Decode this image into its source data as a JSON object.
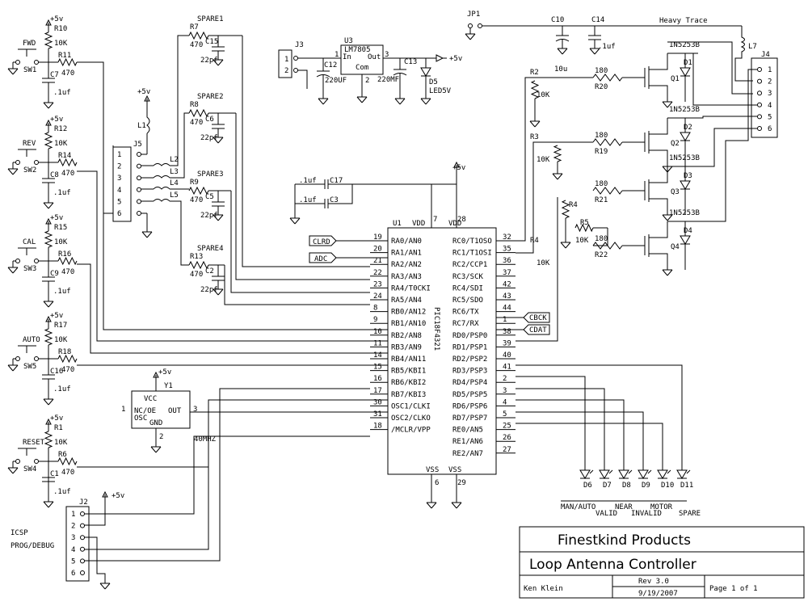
{
  "title_block": {
    "company": "Finestkind Products",
    "project": "Loop Antenna Controller",
    "author": "Ken Klein",
    "rev": "Rev 3.0",
    "date": "9/19/2007",
    "page": "Page 1 of 1"
  },
  "mcu": {
    "ref": "U1",
    "part": "PIC18F4321",
    "vdd": "VDD",
    "vss": "VSS",
    "pins_vdd": [
      "7",
      "28"
    ],
    "pins_vss": [
      "6",
      "29"
    ],
    "left": [
      {
        "num": "19",
        "name": "RA0/AN0"
      },
      {
        "num": "20",
        "name": "RA1/AN1"
      },
      {
        "num": "21",
        "name": "RA2/AN2"
      },
      {
        "num": "22",
        "name": "RA3/AN3"
      },
      {
        "num": "23",
        "name": "RA4/T0CKI"
      },
      {
        "num": "24",
        "name": "RA5/AN4"
      },
      {
        "num": "8",
        "name": "RB0/AN12"
      },
      {
        "num": "9",
        "name": "RB1/AN10"
      },
      {
        "num": "10",
        "name": "RB2/AN8"
      },
      {
        "num": "11",
        "name": "RB3/AN9"
      },
      {
        "num": "14",
        "name": "RB4/AN11"
      },
      {
        "num": "15",
        "name": "RB5/KBI1"
      },
      {
        "num": "16",
        "name": "RB6/KBI2"
      },
      {
        "num": "17",
        "name": "RB7/KBI3"
      },
      {
        "num": "30",
        "name": "OSC1/CLKI"
      },
      {
        "num": "31",
        "name": "OSC2/CLKO"
      },
      {
        "num": "18",
        "name": "/MCLR/VPP"
      }
    ],
    "right": [
      {
        "num": "32",
        "name": "RC0/T1OSO"
      },
      {
        "num": "35",
        "name": "RC1/T1OSI"
      },
      {
        "num": "36",
        "name": "RC2/CCP1"
      },
      {
        "num": "37",
        "name": "RC3/SCK"
      },
      {
        "num": "42",
        "name": "RC4/SDI"
      },
      {
        "num": "43",
        "name": "RC5/SDO"
      },
      {
        "num": "44",
        "name": "RC6/TX"
      },
      {
        "num": "1",
        "name": "RC7/RX"
      },
      {
        "num": "38",
        "name": "RD0/PSP0"
      },
      {
        "num": "39",
        "name": "RD1/PSP1"
      },
      {
        "num": "40",
        "name": "RD2/PSP2"
      },
      {
        "num": "41",
        "name": "RD3/PSP3"
      },
      {
        "num": "2",
        "name": "RD4/PSP4"
      },
      {
        "num": "3",
        "name": "RD5/PSP5"
      },
      {
        "num": "4",
        "name": "RD6/PSP6"
      },
      {
        "num": "5",
        "name": "RD7/PSP7"
      },
      {
        "num": "25",
        "name": "RE0/AN5"
      },
      {
        "num": "26",
        "name": "RE1/AN6"
      },
      {
        "num": "27",
        "name": "RE2/AN7"
      }
    ]
  },
  "net_labels": {
    "clrd": "CLRD",
    "adc": "ADC",
    "cbck": "CBCK",
    "cdat": "CDAT"
  },
  "switches": [
    {
      "sw": "SW1",
      "label": "FWD",
      "r_pull": "R10",
      "r_pull_v": "10K",
      "r_ser": "R11",
      "r_ser_v": "470",
      "cap": "C7",
      ".cap_v": ".1uf",
      "pwr": "+5v"
    },
    {
      "sw": "SW2",
      "label": "REV",
      "r_pull": "R12",
      "r_pull_v": "10K",
      "r_ser": "R14",
      "r_ser_v": "470",
      "cap": "C8",
      ".cap_v": ".1uf",
      "pwr": "+5v"
    },
    {
      "sw": "SW3",
      "label": "CAL",
      "r_pull": "R15",
      "r_pull_v": "10K",
      "r_ser": "R16",
      "r_ser_v": "470",
      "cap": "C9",
      ".cap_v": ".1uf",
      "pwr": "+5v"
    },
    {
      "sw": "SW5",
      "label": "AUTO",
      "r_pull": "R17",
      "r_pull_v": "10K",
      "r_ser": "R18",
      "r_ser_v": "470",
      "cap": "C16",
      ".cap_v": ".1uf",
      "pwr": "+5v"
    },
    {
      "sw": "SW4",
      "label": "RESET",
      "r_pull": "R1",
      "r_pull_v": "10K",
      "r_ser": "R6",
      "r_ser_v": "470",
      "cap": "C1",
      ".cap_v": ".1uf",
      "pwr": "+5v"
    }
  ],
  "j5": {
    "ref": "J5",
    "pins": [
      "1",
      "2",
      "3",
      "4",
      "5",
      "6"
    ],
    "inductors": [
      "L1",
      "L2",
      "L3",
      "L4",
      "L5"
    ],
    "pwr": "+5v"
  },
  "spares": [
    {
      "label": "SPARE1",
      "r": "R7",
      "r_v": "470",
      "c": "C15",
      "c_v": "22pf"
    },
    {
      "label": "SPARE2",
      "r": "R8",
      "r_v": "470",
      "c": "C6",
      "c_v": "22pf"
    },
    {
      "label": "SPARE3",
      "r": "R9",
      "r_v": "470",
      "c": "C5",
      "c_v": "22pf"
    },
    {
      "label": "SPARE4",
      "r": "R13",
      "r_v": "470",
      "c": "C2",
      "c_v": "22pf"
    }
  ],
  "power": {
    "j3": "J3",
    "reg": "U3",
    "reg_part": "LM7805",
    "reg_in": "In",
    "reg_out": "Out",
    "reg_com": "Com",
    "c12": "C12",
    "c12_v": "220UF",
    "c13": "C13",
    "c13_v": "220MF",
    "d5": "D5",
    "d5_v": "LED5V",
    "pwr": "+5v",
    "pin1": "1",
    "pin2": "2",
    "pin3": "3"
  },
  "top": {
    "jp1": "JP1",
    "c10": "C10",
    "c10_v": "10u",
    "c14": "C14",
    "c14_v": ".1uf",
    "heavy": "Heavy Trace",
    "l7": "L7"
  },
  "bypass": {
    "c17": "C17",
    "c17_v": ".1uf",
    "c3": "C3",
    "c3_v": ".1uf",
    "pwr": "+5v"
  },
  "osc": {
    "ref": "Y1",
    "vcc": "VCC",
    "nc": "NC/OE",
    "out": "OUT",
    "osc": "OSC",
    "gnd": "GND",
    "pin1": "1",
    "pin2": "2",
    "pin3": "3",
    "freq": "40MHZ",
    "pwr": "+5v"
  },
  "drivers": [
    {
      "q": "Q1",
      "d": "D1",
      "zener": "1N5253B",
      "r_pot": "R2",
      "r_pot_v": "10K",
      "r_ser": "R20",
      "r_ser_v": "180"
    },
    {
      "q": "Q2",
      "d": "D2",
      "zener": "1N5253B",
      "r_pot": "R3",
      "r_pot_v": "10K",
      "r_ser": "R19",
      "r_ser_v": "180"
    },
    {
      "q": "Q3",
      "d": "D3",
      "zener": "1N5253B",
      "r_ser": "R21",
      "r_ser_v": "180"
    },
    {
      "q": "Q4",
      "d": "D4",
      "zener": "1N5253B",
      "r_pot": "R4",
      "r_pot_v": "10K",
      "r_ser": "R22",
      "r_ser_v": "180",
      "r5": "R5",
      "r5_v": "10K"
    }
  ],
  "j4": {
    "ref": "J4",
    "pins": [
      "1",
      "2",
      "3",
      "4",
      "5",
      "6"
    ]
  },
  "leds": {
    "refs": [
      "D6",
      "D7",
      "D8",
      "D9",
      "D10",
      "D11"
    ],
    "labels": [
      "MAN/AUTO",
      "VALID",
      "NEAR",
      "INVALID",
      "MOTOR",
      "SPARE"
    ]
  },
  "j2": {
    "ref": "J2",
    "pins": [
      "1",
      "2",
      "3",
      "4",
      "5",
      "6"
    ],
    "label1": "ICSP",
    "label2": "PROG/DEBUG",
    "pwr": "+5v"
  }
}
